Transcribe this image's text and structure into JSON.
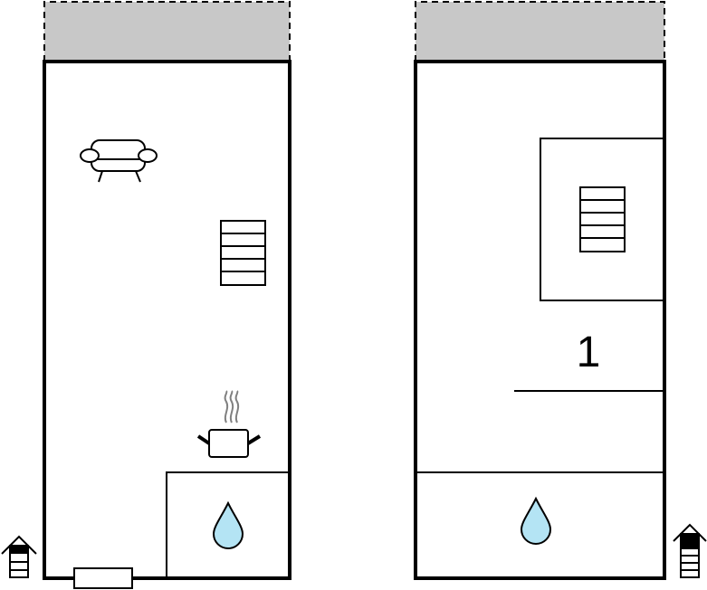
{
  "floors": [
    {
      "id": "ground",
      "icons": [
        "sofa-icon",
        "stairs-icon",
        "cooking-pot-icon",
        "water-drop-icon",
        "entrance-icon",
        "door-threshold"
      ]
    },
    {
      "id": "upper",
      "rooms": [
        {
          "label": "1"
        }
      ],
      "icons": [
        "stairs-icon",
        "water-drop-icon",
        "entrance-icon"
      ]
    }
  ],
  "colors": {
    "wall": "#000000",
    "terrace": "#c8c8c8",
    "water": "#b4e4f4",
    "steam": "#808080",
    "background": "#ffffff"
  }
}
